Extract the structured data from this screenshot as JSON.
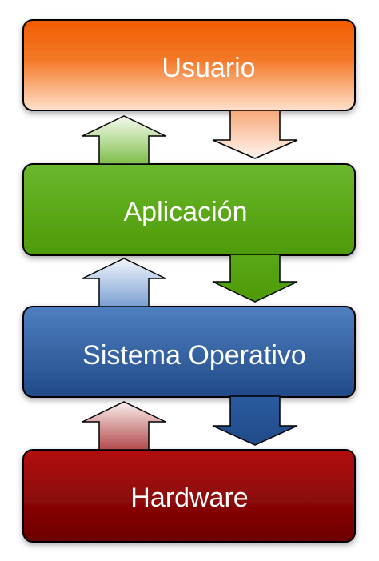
{
  "diagram": {
    "layers": [
      {
        "label": "Usuario",
        "color_top": "#f05a00",
        "color_bottom": "#ffd2b6"
      },
      {
        "label": "Aplicación",
        "color_top": "#4e9a06",
        "color_bottom": "#8ae234"
      },
      {
        "label": "Sistema Operativo",
        "color_top": "#204a87",
        "color_bottom": "#6f9ad0"
      },
      {
        "label": "Hardware",
        "color_top": "#a40000",
        "color_bottom": "#6b0000"
      }
    ],
    "border_color": "#000000",
    "text_color": "#ffffff"
  }
}
